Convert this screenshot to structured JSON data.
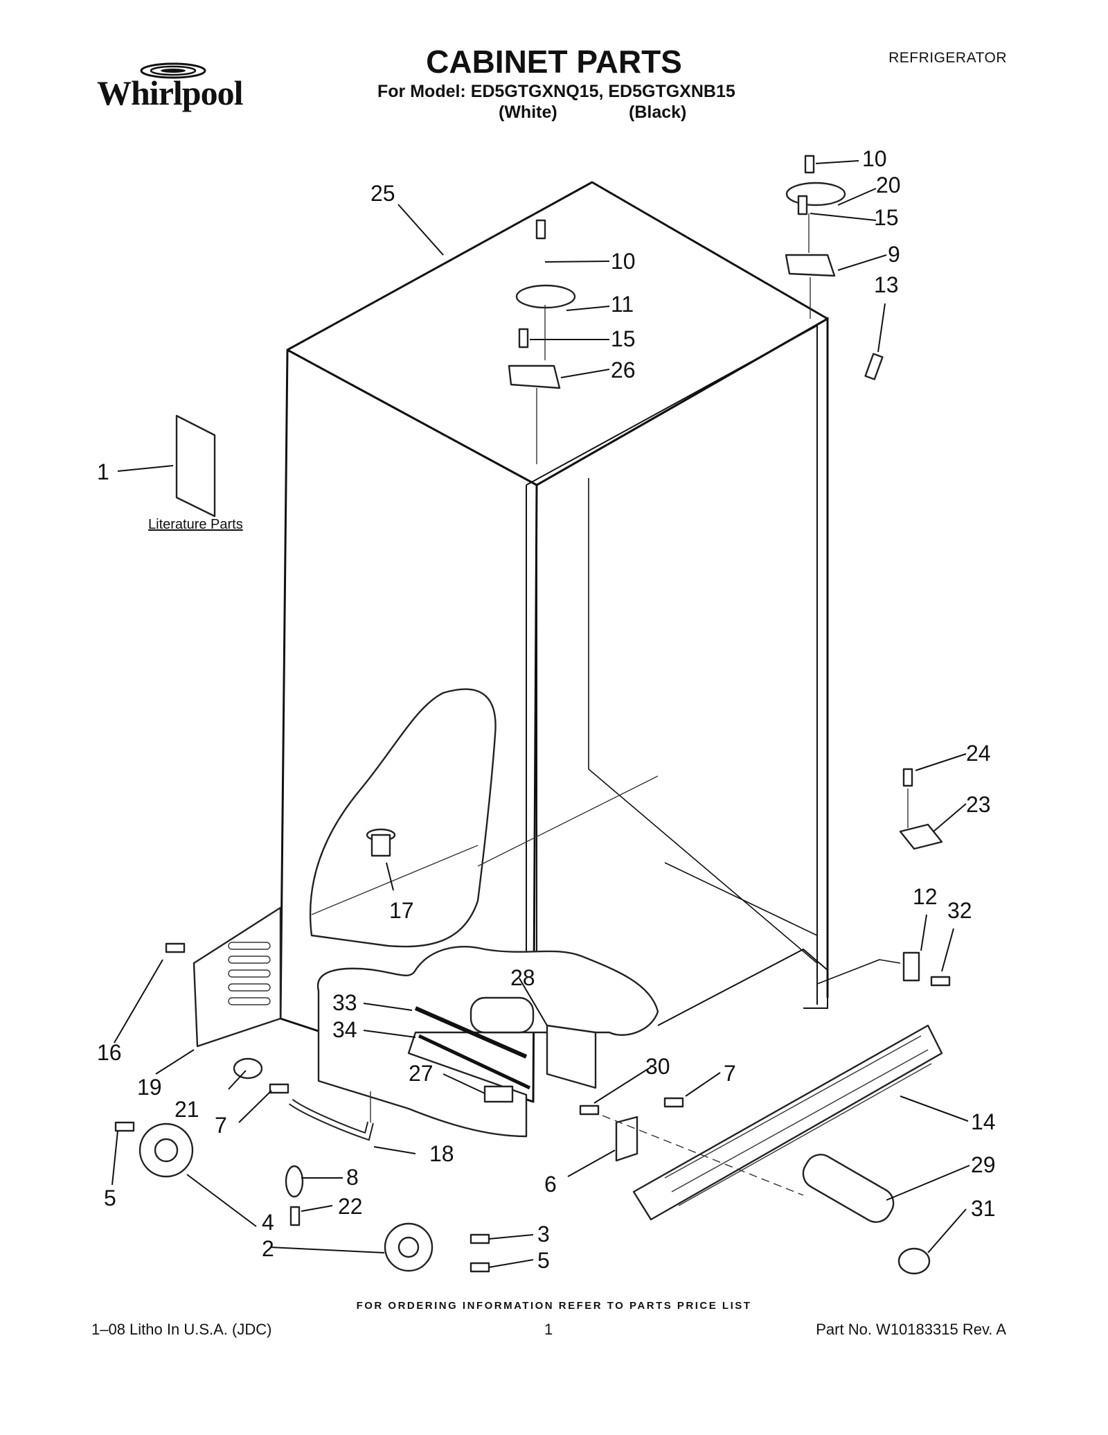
{
  "brand": {
    "name": "Whirlpool"
  },
  "header": {
    "title": "CABINET PARTS",
    "model_line": "For Model: ED5GTGXNQ15, ED5GTGXNB15",
    "variant_white": "(White)",
    "variant_black": "(Black)",
    "category": "REFRIGERATOR"
  },
  "literature_label": "Literature Parts",
  "callouts": [
    "1",
    "2",
    "3",
    "4",
    "5",
    "5",
    "6",
    "7",
    "7",
    "8",
    "9",
    "10",
    "10",
    "11",
    "12",
    "13",
    "14",
    "15",
    "15",
    "16",
    "17",
    "18",
    "19",
    "20",
    "21",
    "22",
    "23",
    "24",
    "25",
    "26",
    "27",
    "28",
    "29",
    "30",
    "31",
    "32",
    "33",
    "34"
  ],
  "footer": {
    "ordering_note": "FOR ORDERING INFORMATION REFER TO PARTS PRICE LIST",
    "litho": "1–08 Litho In U.S.A. (JDC)",
    "page_number": "1",
    "part_number": "Part No. W10183315 Rev. A"
  }
}
